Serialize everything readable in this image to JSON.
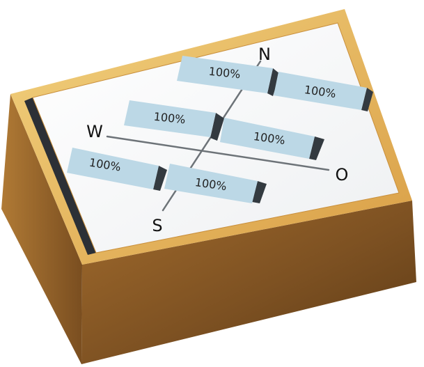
{
  "tiles": [
    {
      "label": "100%"
    },
    {
      "label": "100%"
    },
    {
      "label": "100%"
    },
    {
      "label": "100%"
    },
    {
      "label": "100%"
    },
    {
      "label": "100%"
    }
  ],
  "compass": {
    "north": "N",
    "south": "S",
    "west": "W",
    "east": "O"
  },
  "colors": {
    "box_wood_light": "#efc76a",
    "box_wood_mid": "#d9a24a",
    "box_side_dark": "#6f4a1f",
    "box_side_front": "#8a5a27",
    "snow_surface": "#f7f8f9",
    "tile_fill": "#bcd8e6",
    "tile_shadow": "#333a40",
    "compass_line": "#6d7378"
  }
}
